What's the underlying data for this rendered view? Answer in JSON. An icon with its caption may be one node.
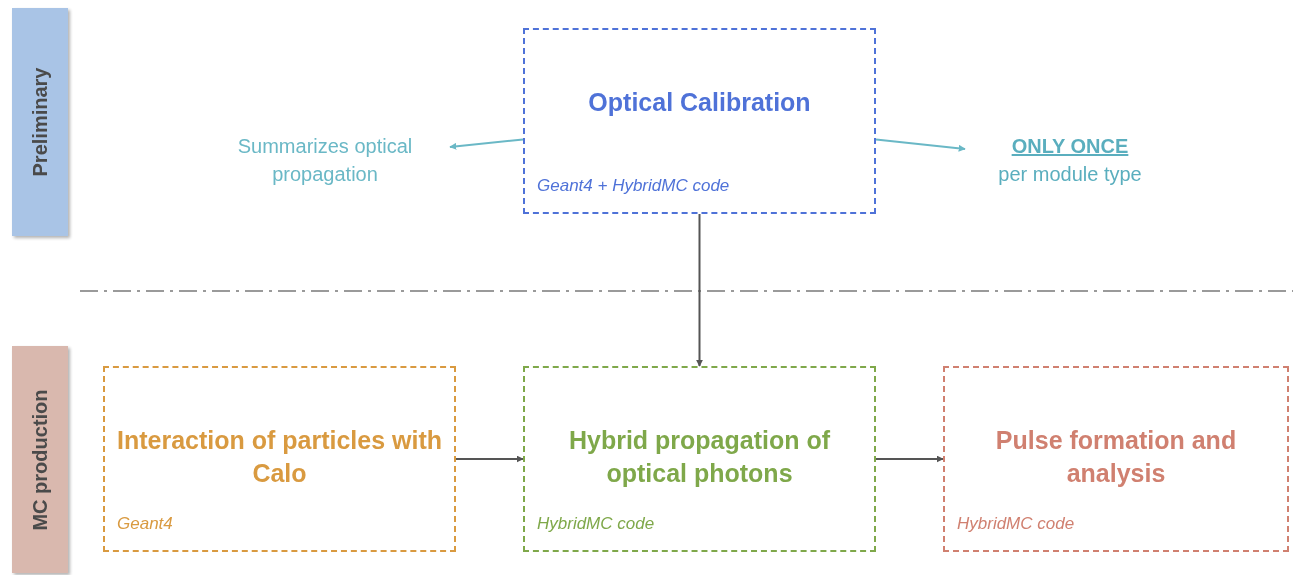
{
  "diagram": {
    "nodes": [
      {
        "text": [
          "Preliminary"
        ]
      },
      {
        "text": [
          "Optical Calibration",
          "Geant4 + HybridMC code"
        ]
      },
      {
        "text": [
          "Summarizes optical propagation"
        ]
      },
      {
        "text": [
          "ONLY ONCE",
          "per module type"
        ]
      },
      {
        "text": [
          "MC production"
        ]
      },
      {
        "text": [
          "Interaction of particles with Calo",
          "Geant4"
        ]
      },
      {
        "text": [
          "Hybrid propagation of optical photons",
          "HybridMC code"
        ]
      },
      {
        "text": [
          "Pulse formation and analysis",
          "HybridMC code"
        ]
      }
    ],
    "edges": [
      {
        "from": 1,
        "to": 2,
        "arrow": "to",
        "color": "#6ab8c6"
      },
      {
        "from": 1,
        "to": 3,
        "arrow": "to",
        "color": "#6ab8c6"
      },
      {
        "from": 1,
        "to": 6,
        "arrow": "to"
      },
      {
        "from": 5,
        "to": 6,
        "arrow": "to"
      },
      {
        "from": 6,
        "to": 7,
        "arrow": "to"
      }
    ]
  }
}
